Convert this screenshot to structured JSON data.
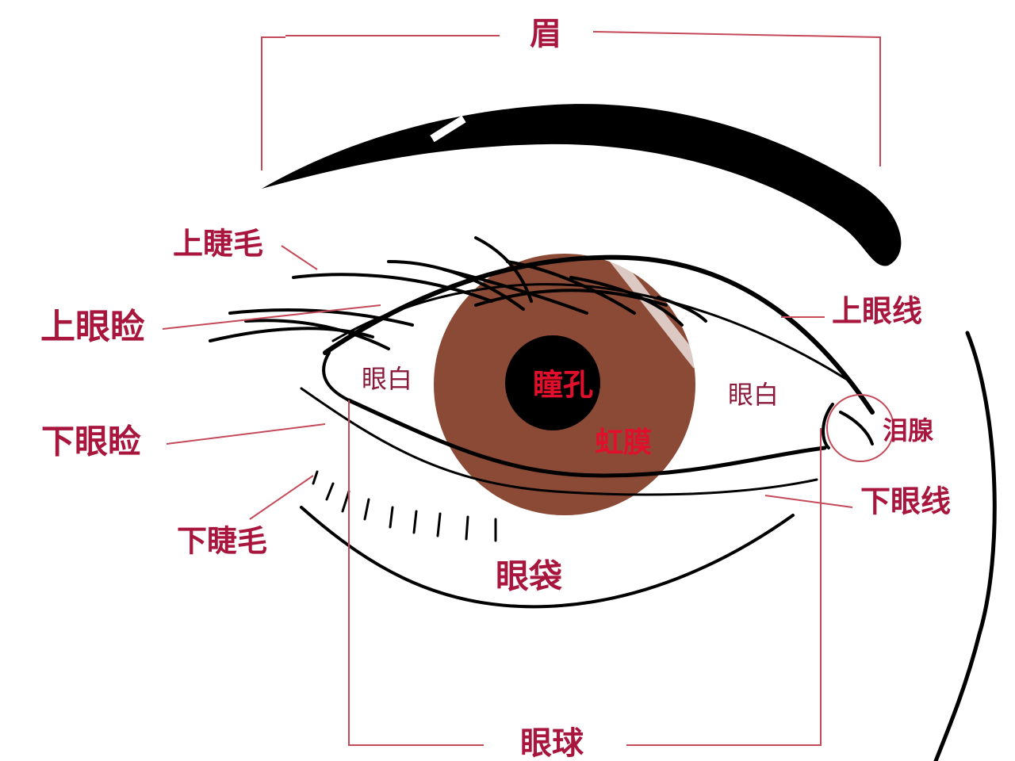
{
  "colors": {
    "label": "#a8163e",
    "leader_line": "#c44a5a",
    "iris": "#8b4a36",
    "pupil": "#000000",
    "pupil_label": "#e0102c"
  },
  "labels": {
    "brow": "眉",
    "upper_lashes": "上睫毛",
    "upper_eyelid": "上眼睑",
    "lower_eyelid": "下眼睑",
    "lower_lashes": "下睫毛",
    "upper_eyeliner": "上眼线",
    "tear_gland": "泪腺",
    "lower_eyeliner": "下眼线",
    "eye_bag": "眼袋",
    "eyeball": "眼球",
    "white_left": "眼白",
    "white_right": "眼白",
    "pupil": "瞳孔",
    "iris": "虹膜"
  }
}
